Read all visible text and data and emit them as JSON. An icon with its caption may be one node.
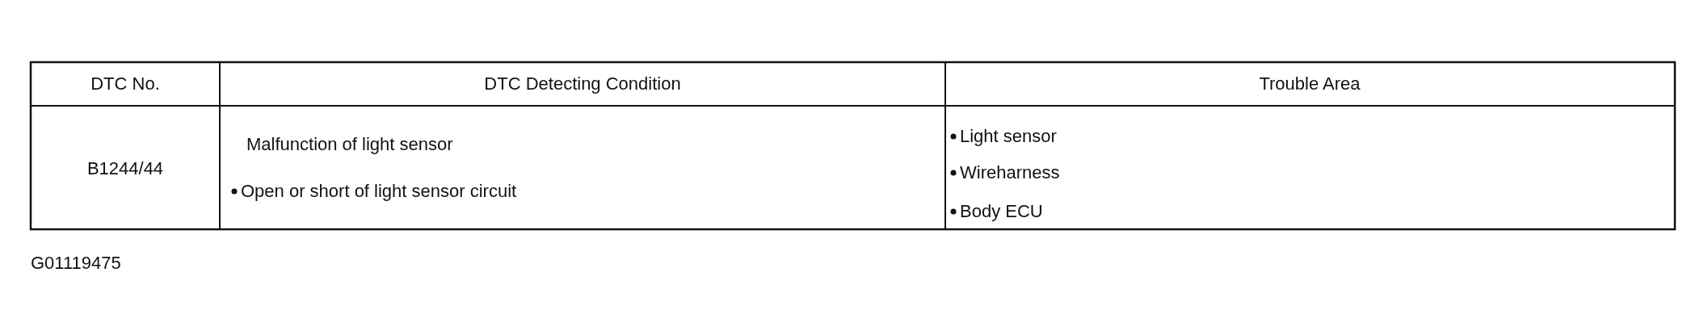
{
  "diagram": {
    "labels": [
      "DTC No.",
      "DTC Detecting Condition",
      "Trouble Area",
      "B1244/44",
      "Malfunction of light sensor",
      "Open or short of light sensor circuit",
      "Light sensor",
      "Wireharness",
      "Body ECU",
      "G01119475"
    ]
  }
}
